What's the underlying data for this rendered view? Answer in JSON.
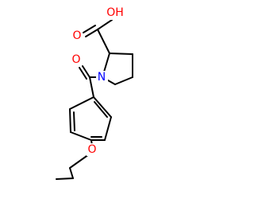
{
  "molecule": {
    "atoms": {
      "hydroxyl": "OH",
      "carboxyl_oxygen": "O",
      "amide_oxygen": "O",
      "ring_nitrogen": "N",
      "ether_oxygen": "O"
    },
    "colors": {
      "bond": "#000000",
      "oxygen": "#ff0000",
      "nitrogen": "#0000ff",
      "background": "#ffffff"
    }
  }
}
